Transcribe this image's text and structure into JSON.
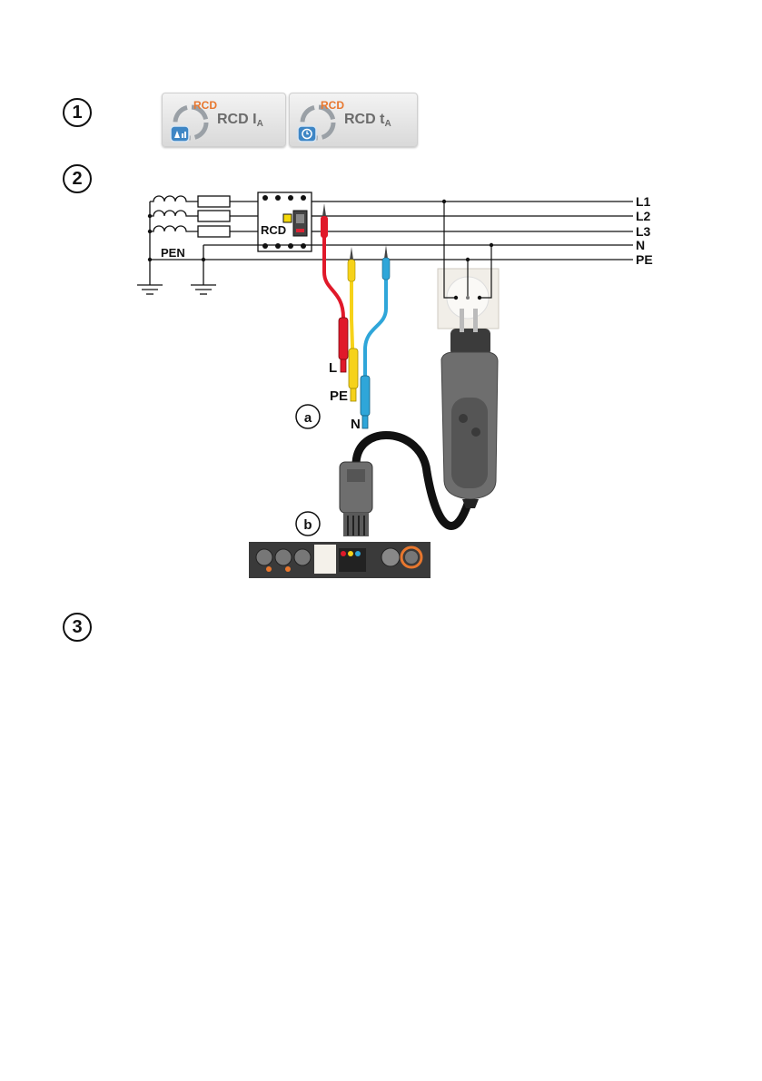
{
  "steps": [
    "1",
    "2",
    "3"
  ],
  "buttons": {
    "rcd_ia": {
      "main": "RCD I",
      "sub": "A"
    },
    "rcd_ta": {
      "main": "RCD t",
      "sub": "A"
    }
  },
  "diagram": {
    "lines": [
      "L1",
      "L2",
      "L3",
      "N",
      "PE"
    ],
    "pen": "PEN",
    "rcd": "RCD",
    "probes": {
      "l": "L",
      "pe": "PE",
      "n": "N"
    },
    "callouts": {
      "a": "a",
      "b": "b"
    }
  },
  "colors": {
    "probe_l": "#e0192a",
    "probe_pe": "#f6d21a",
    "probe_n": "#2fa6d9",
    "adapter": "#6e6e6e",
    "socket_highlight": "#e8772e"
  }
}
